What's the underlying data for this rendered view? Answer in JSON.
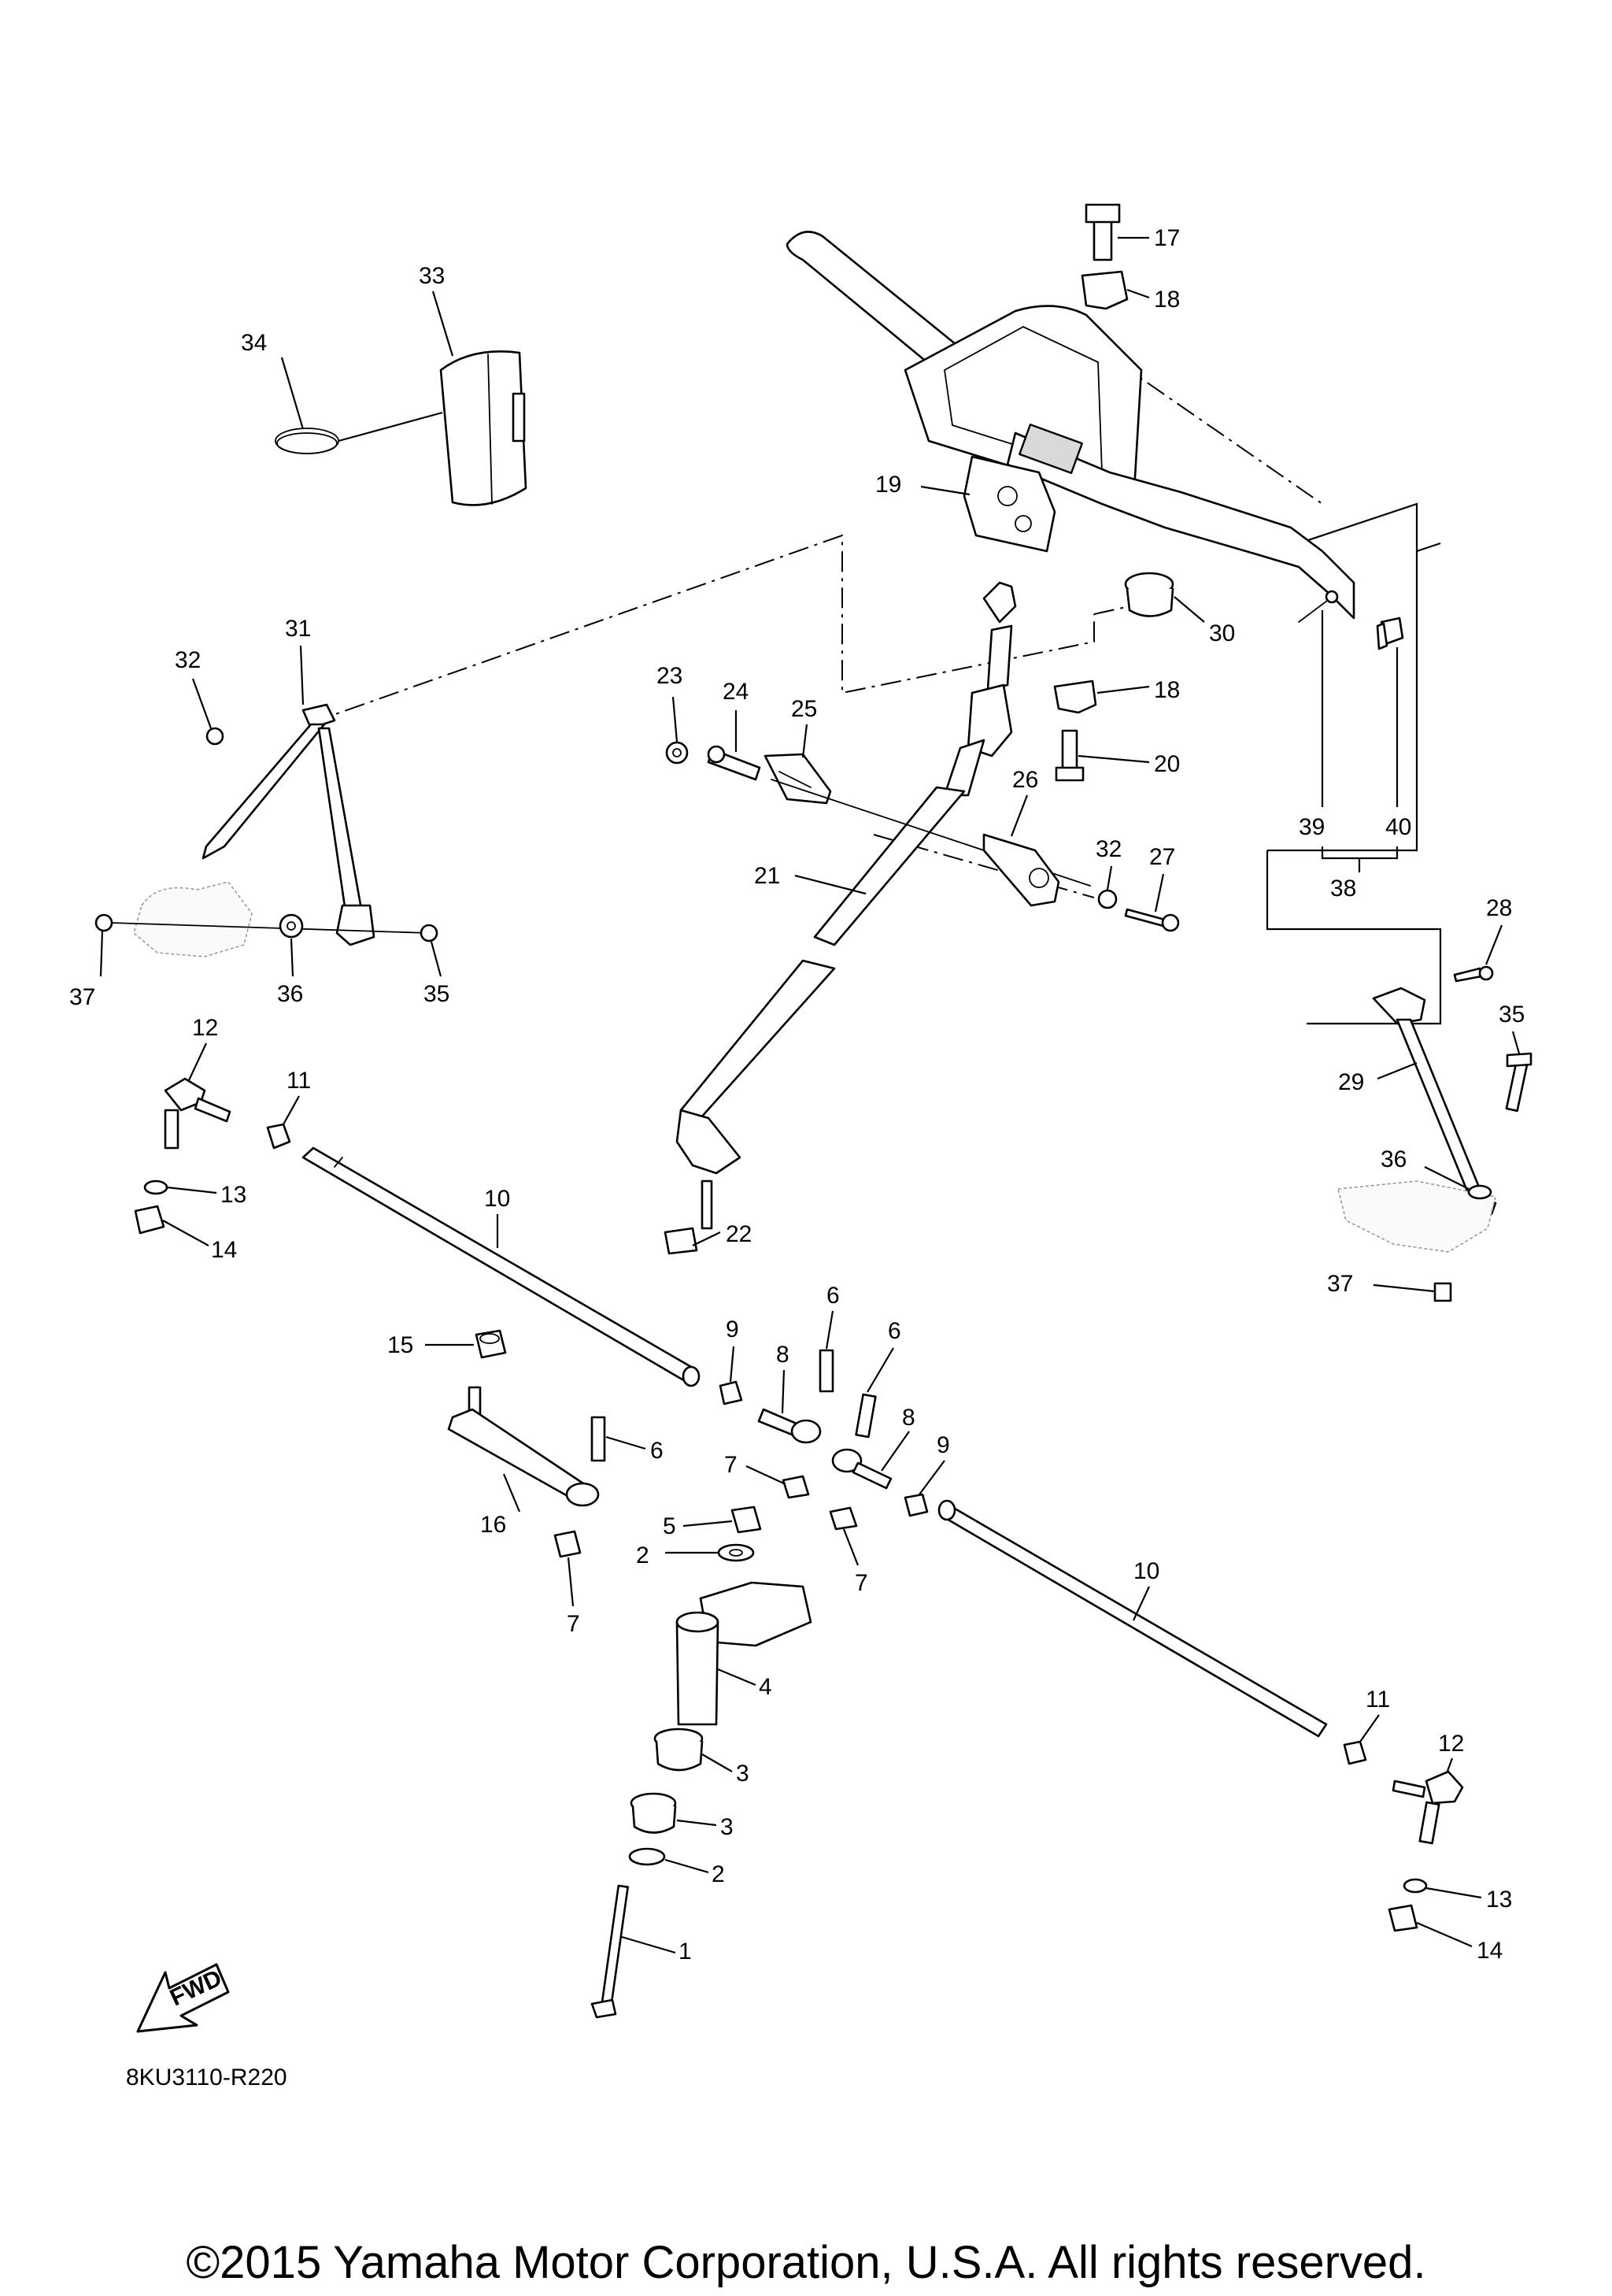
{
  "callouts": [
    "1",
    "2",
    "2",
    "3",
    "3",
    "4",
    "5",
    "6",
    "6",
    "6",
    "7",
    "7",
    "7",
    "8",
    "8",
    "9",
    "9",
    "10",
    "10",
    "11",
    "11",
    "12",
    "12",
    "13",
    "13",
    "14",
    "14",
    "15",
    "16",
    "17",
    "18",
    "18",
    "19",
    "20",
    "21",
    "22",
    "23",
    "24",
    "25",
    "26",
    "27",
    "28",
    "29",
    "30",
    "31",
    "32",
    "32",
    "33",
    "34",
    "35",
    "35",
    "36",
    "36",
    "37",
    "37",
    "38",
    "39",
    "40"
  ],
  "fwd_label": "FWD",
  "reference_code": "8KU3110-R220",
  "copyright": "©2015 Yamaha Motor Corporation, U.S.A. All rights reserved."
}
